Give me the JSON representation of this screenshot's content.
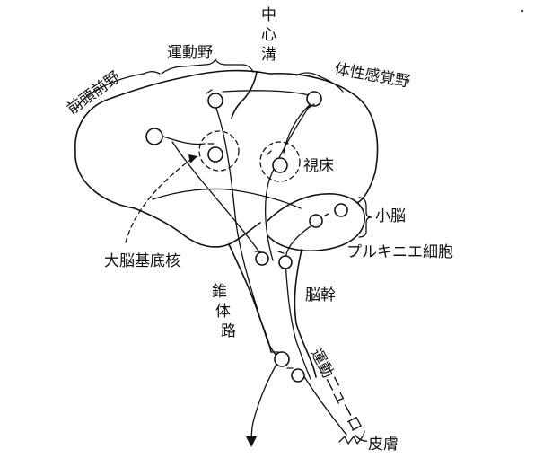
{
  "labels": {
    "central_sulcus": "中心溝",
    "motor_cortex": "運動野",
    "prefrontal": "前頭前野",
    "somatosensory": "体性感覚野",
    "thalamus": "視床",
    "cerebellum": "小脳",
    "basal_ganglia": "大脳基底核",
    "purkinje": "プルキニエ細胞",
    "brainstem": "脳幹",
    "pyramidal_tract": "錐体路",
    "motor_neuron": "運動ニューロン",
    "skin": "皮膚"
  }
}
